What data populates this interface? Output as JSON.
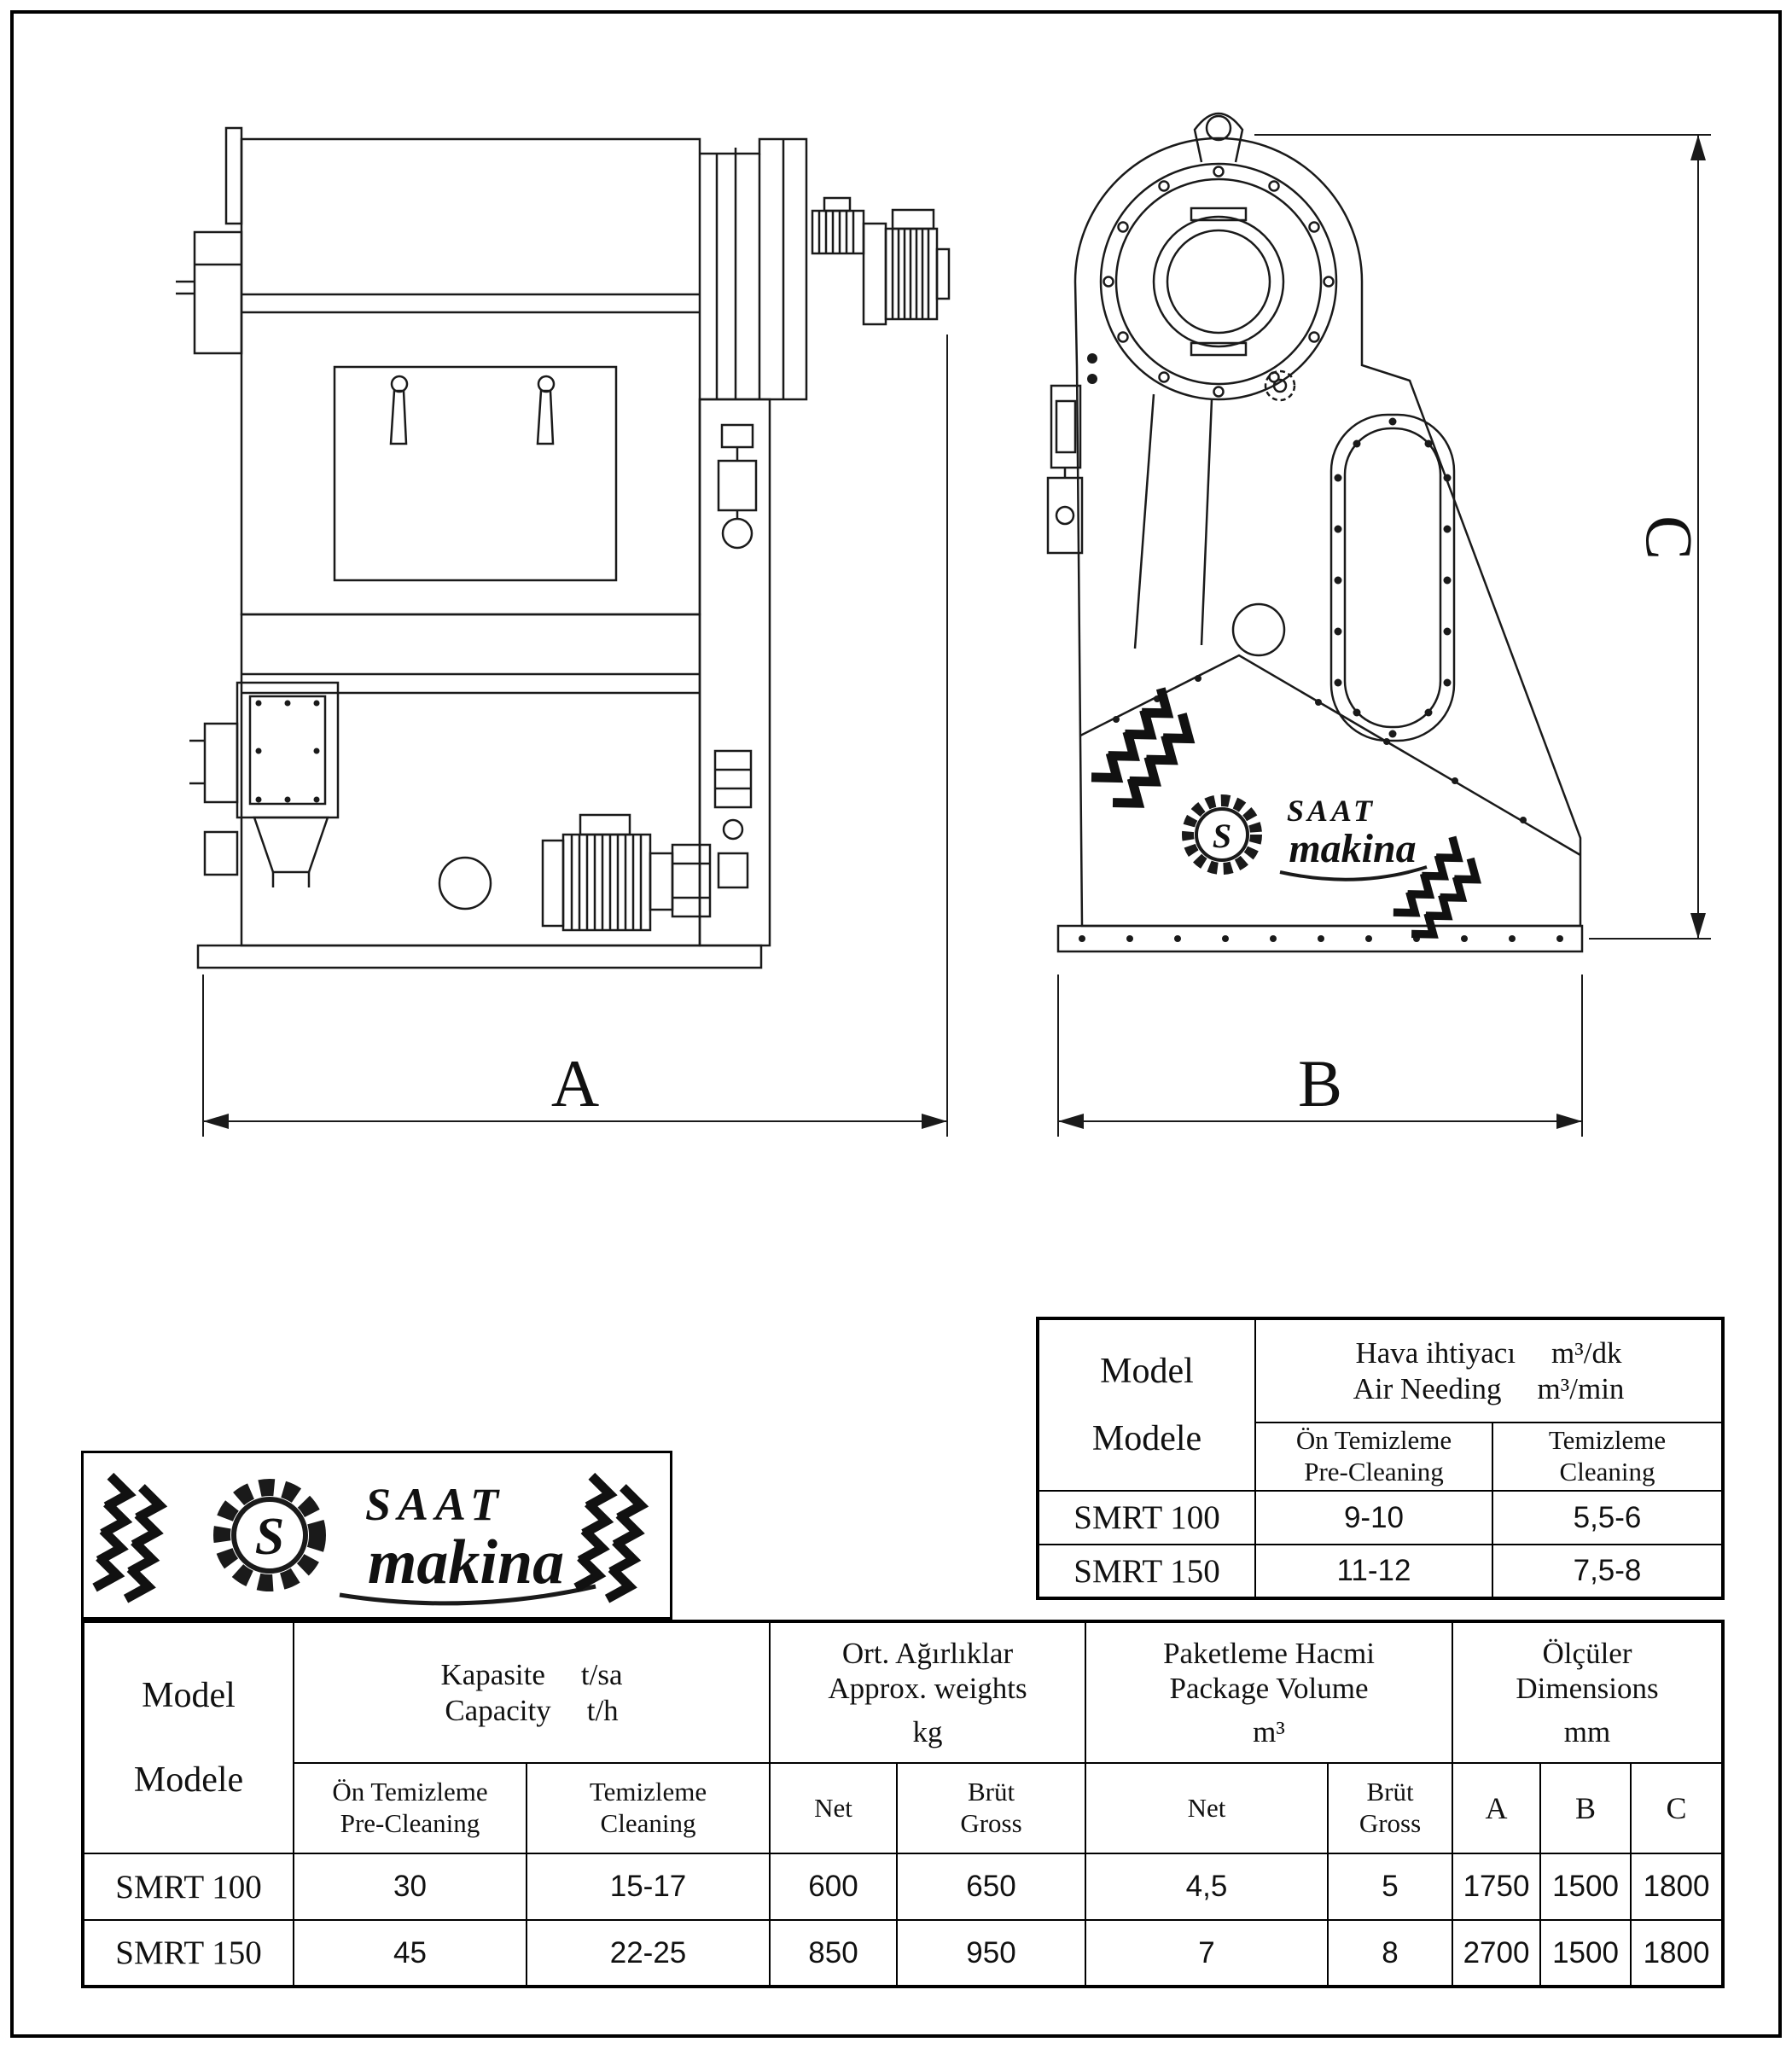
{
  "drawing": {
    "dim_a": "A",
    "dim_b": "B",
    "dim_c": "C"
  },
  "brand": {
    "word1": "SAAT",
    "word2": "makina",
    "monogram": "S"
  },
  "air_table": {
    "model_line1": "Model",
    "model_line2": "Modele",
    "need_label1": "Hava ihtiyacı",
    "need_unit1": "m³/dk",
    "need_label2": "Air Needing",
    "need_unit2": "m³/min",
    "pre_line1": "Ön Temizleme",
    "pre_line2": "Pre-Cleaning",
    "clean_line1": "Temizleme",
    "clean_line2": "Cleaning",
    "rows": [
      {
        "model": "SMRT 100",
        "pre": "9-10",
        "clean": "5,5-6"
      },
      {
        "model": "SMRT 150",
        "pre": "11-12",
        "clean": "7,5-8"
      }
    ]
  },
  "spec_table": {
    "model_line1": "Model",
    "model_line2": "Modele",
    "capacity_label1": "Kapasite",
    "capacity_unit1": "t/sa",
    "capacity_label2": "Capacity",
    "capacity_unit2": "t/h",
    "weights_line1": "Ort. Ağırlıklar",
    "weights_line2": "Approx. weights",
    "weights_unit": "kg",
    "volume_line1": "Paketleme Hacmi",
    "volume_line2": "Package Volume",
    "volume_unit": "m³",
    "dims_line1": "Ölçüler",
    "dims_line2": "Dimensions",
    "dims_unit": "mm",
    "pre_line1": "Ön Temizleme",
    "pre_line2": "Pre-Cleaning",
    "clean_line1": "Temizleme",
    "clean_line2": "Cleaning",
    "net_kg_label": "Net",
    "gross_kg_line1": "Brüt",
    "gross_kg_line2": "Gross",
    "net_m3_label": "Net",
    "gross_m3_line1": "Brüt",
    "gross_m3_line2": "Gross",
    "col_a": "A",
    "col_b": "B",
    "col_c": "C",
    "rows": [
      {
        "model": "SMRT 100",
        "pre": "30",
        "clean": "15-17",
        "net_kg": "600",
        "gross_kg": "650",
        "net_m3": "4,5",
        "gross_m3": "5",
        "a": "1750",
        "b": "1500",
        "c": "1800"
      },
      {
        "model": "SMRT 150",
        "pre": "45",
        "clean": "22-25",
        "net_kg": "850",
        "gross_kg": "950",
        "net_m3": "7",
        "gross_m3": "8",
        "a": "2700",
        "b": "1500",
        "c": "1800"
      }
    ]
  }
}
